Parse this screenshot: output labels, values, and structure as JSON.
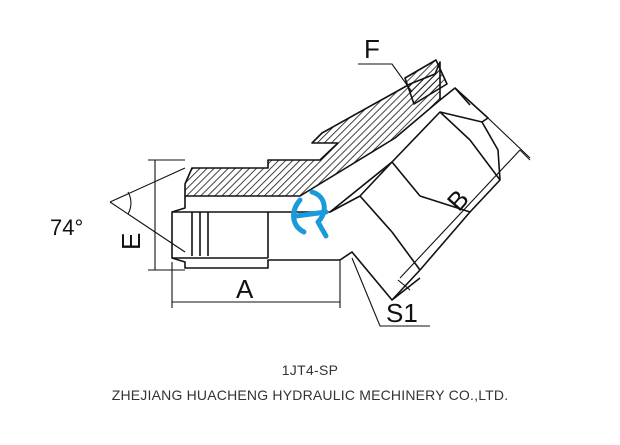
{
  "drawing": {
    "labels": {
      "F": "F",
      "B": "B",
      "E": "E",
      "A": "A",
      "S1": "S1",
      "angle": "74°"
    },
    "logo_color": "#1a9ad8",
    "line_color": "#111111"
  },
  "caption": {
    "model": "1JT4-SP",
    "company": "ZHEJIANG HUACHENG HYDRAULIC MECHINERY CO.,LTD."
  }
}
